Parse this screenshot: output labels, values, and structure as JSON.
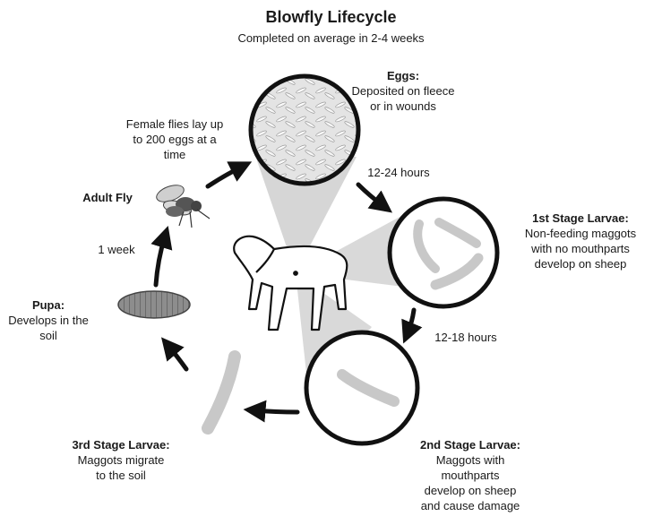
{
  "title": "Blowfly Lifecycle",
  "subtitle": "Completed on average in 2-4 weeks",
  "stages": {
    "eggs": {
      "heading": "Eggs:",
      "lines": [
        "Deposited on fleece",
        "or in wounds"
      ]
    },
    "first_larvae": {
      "heading": "1st Stage Larvae:",
      "lines": [
        "Non-feeding maggots",
        "with no mouthparts",
        "develop on sheep"
      ]
    },
    "second_larvae": {
      "heading": "2nd Stage Larvae:",
      "lines": [
        "Maggots with",
        "mouthparts",
        "develop on sheep",
        "and cause damage"
      ]
    },
    "third_larvae": {
      "heading": "3rd Stage Larvae:",
      "lines": [
        "Maggots migrate",
        "to the soil"
      ]
    },
    "pupa": {
      "heading": "Pupa:",
      "lines": [
        "Develops in the",
        "soil"
      ]
    },
    "adult": {
      "heading": "Adult Fly"
    }
  },
  "annotations": {
    "female_flies": [
      "Female flies lay up",
      "to 200 eggs at a",
      "time"
    ],
    "eggs_to_first": "12-24 hours",
    "first_to_second": "12-18 hours",
    "pupa_to_adult": "1 week"
  },
  "colors": {
    "arrow": "#111111",
    "circle": "#111111",
    "cone": "#cfcfcf",
    "larva": "#c9c9c9",
    "pupa": "#8a8a8a"
  }
}
